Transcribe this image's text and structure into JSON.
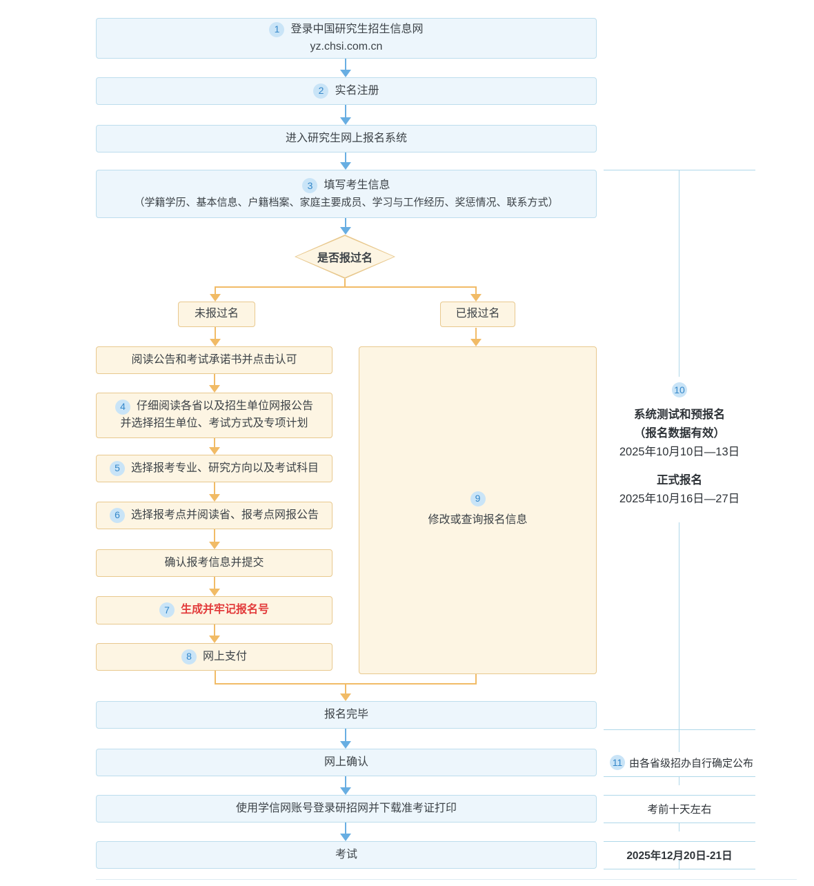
{
  "colors": {
    "blue_fill": "#edf6fc",
    "blue_border": "#bcdded",
    "orange_fill": "#fdf5e3",
    "orange_border": "#e8c88d",
    "blue_arrow": "#68aee2",
    "orange_arrow": "#f1bb66",
    "badge_bg": "#c9e4f7",
    "badge_fg": "#3487c9",
    "red": "#e23a3a",
    "text": "#3c4247",
    "rule": "#aed7e9"
  },
  "flow": {
    "step1": {
      "badge": "1",
      "title": "登录中国研究生招生信息网",
      "url": "yz.chsi.com.cn"
    },
    "step2": {
      "badge": "2",
      "label": "实名注册"
    },
    "step_enter": {
      "label": "进入研究生网上报名系统"
    },
    "step3": {
      "badge": "3",
      "title": "填写考生信息",
      "detail": "（学籍学历、基本信息、户籍档案、家庭主要成员、学习与工作经历、奖惩情况、联系方式）"
    },
    "decision": {
      "label": "是否报过名"
    },
    "branch_no": {
      "label": "未报过名"
    },
    "branch_yes": {
      "label": "已报过名"
    },
    "step_read_notice": {
      "label": "阅读公告和考试承诺书并点击认可"
    },
    "step4": {
      "badge": "4",
      "line1": "仔细阅读各省以及招生单位网报公告",
      "line2": "并选择招生单位、考试方式及专项计划"
    },
    "step5": {
      "badge": "5",
      "label": "选择报考专业、研究方向以及考试科目"
    },
    "step6": {
      "badge": "6",
      "label": "选择报考点并阅读省、报考点网报公告"
    },
    "step_confirm": {
      "label": "确认报考信息并提交"
    },
    "step7": {
      "badge": "7",
      "label": "生成并牢记报名号"
    },
    "step8": {
      "badge": "8",
      "label": "网上支付"
    },
    "step9": {
      "badge": "9",
      "label": "修改或查询报名信息"
    },
    "step_done": {
      "label": "报名完毕"
    },
    "step_online_confirm": {
      "label": "网上确认"
    },
    "step_download": {
      "label": "使用学信网账号登录研招网并下载准考证打印"
    },
    "step_exam": {
      "label": "考试"
    }
  },
  "annotations": {
    "note10": {
      "badge": "10",
      "title1": "系统测试和预报名",
      "subtitle1": "（报名数据有效）",
      "date1": "2025年10月10日—13日",
      "title2": "正式报名",
      "date2": "2025年10月16日—27日"
    },
    "note11": {
      "badge": "11",
      "label": "由各省级招办自行确定公布"
    },
    "note_confirm_time": {
      "label": "考前十天左右"
    },
    "note_exam_date": {
      "label": "2025年12月20日-21日"
    }
  }
}
